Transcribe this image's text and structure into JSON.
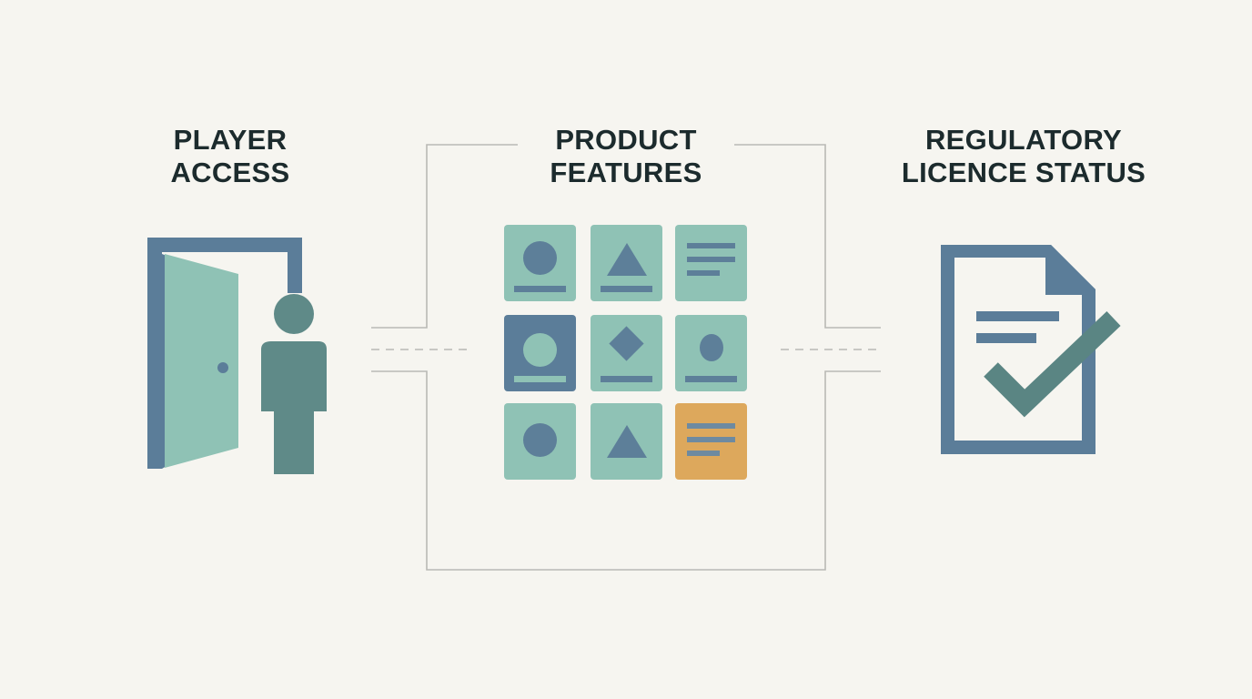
{
  "columns": {
    "player_access": {
      "title_line1": "PLAYER",
      "title_line2": "ACCESS",
      "icon": "person-at-open-door-icon"
    },
    "product_features": {
      "title_line1": "PRODUCT",
      "title_line2": "FEATURES",
      "icon": "feature-tile-grid-icon",
      "tiles": [
        {
          "shape": "circle",
          "style": "green"
        },
        {
          "shape": "triangle",
          "style": "green"
        },
        {
          "shape": "text-lines",
          "style": "green"
        },
        {
          "shape": "circle",
          "style": "dark-blue"
        },
        {
          "shape": "diamond",
          "style": "green"
        },
        {
          "shape": "oval",
          "style": "green"
        },
        {
          "shape": "circle",
          "style": "green"
        },
        {
          "shape": "triangle",
          "style": "green"
        },
        {
          "shape": "text-lines",
          "style": "amber"
        }
      ]
    },
    "regulatory_licence_status": {
      "title_line1": "REGULATORY",
      "title_line2": "LICENCE STATUS",
      "icon": "document-checkmark-icon"
    }
  },
  "colors": {
    "background": "#f6f5f0",
    "text": "#1c2b2d",
    "slate_blue": "#5b7d99",
    "sage_green": "#8fc2b5",
    "teal_person": "#5f8a88",
    "checkmark": "#5a8583",
    "amber": "#dda85c",
    "connector": "#b9b9b5"
  }
}
